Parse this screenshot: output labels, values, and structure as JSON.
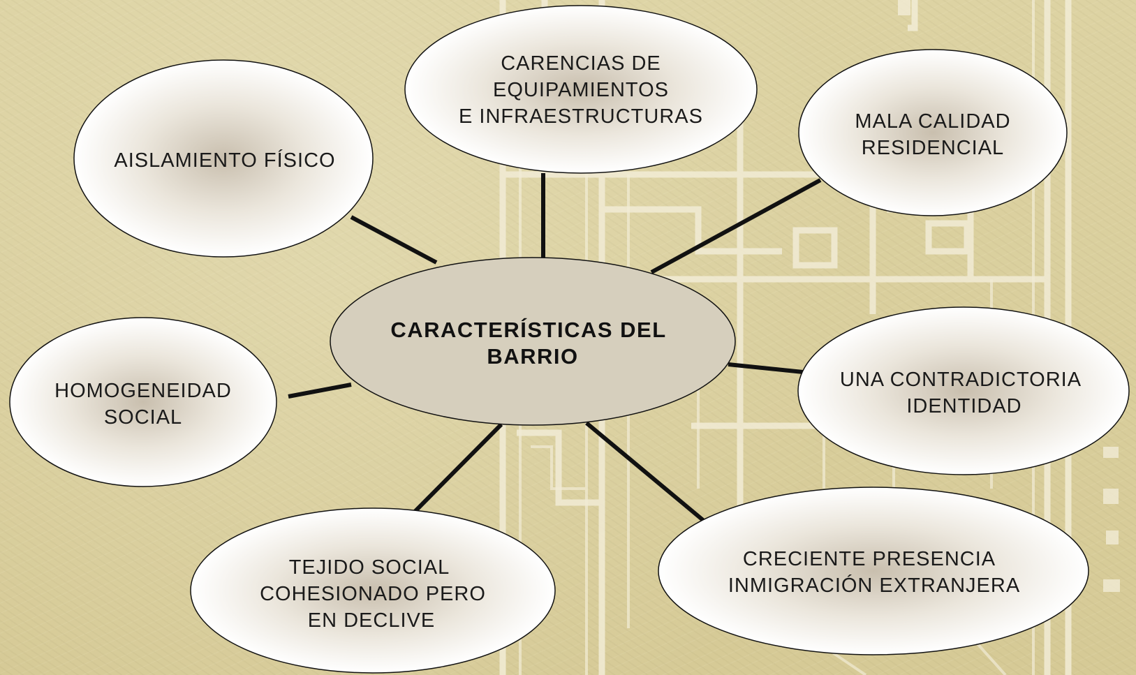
{
  "center": {
    "lines": [
      "CARACTERÍSTICAS DEL",
      "BARRIO"
    ]
  },
  "nodes": [
    {
      "id": "carencias",
      "lines": [
        "CARENCIAS DE",
        "EQUIPAMIENTOS",
        "E INFRAESTRUCTURAS"
      ]
    },
    {
      "id": "mala-calidad",
      "lines": [
        "MALA CALIDAD",
        "RESIDENCIAL"
      ]
    },
    {
      "id": "aislamiento",
      "lines": [
        "AISLAMIENTO FÍSICO"
      ]
    },
    {
      "id": "homogeneidad",
      "lines": [
        "HOMOGENEIDAD",
        "SOCIAL"
      ]
    },
    {
      "id": "identidad",
      "lines": [
        "UNA  CONTRADICTORIA",
        "IDENTIDAD"
      ]
    },
    {
      "id": "tejido",
      "lines": [
        "TEJIDO SOCIAL",
        "COHESIONADO PERO",
        "EN DECLIVE"
      ]
    },
    {
      "id": "inmigracion",
      "lines": [
        "CRECIENTE PRESENCIA",
        "INMIGRACIÓN EXTRANJERA"
      ]
    }
  ],
  "colors": {
    "background": "#d8cc99",
    "center_fill": "#d6cfbd",
    "node_fill": "#ffffff",
    "node_shade": "#c9bfae",
    "connector": "#111111",
    "map_lines": "#f2ecd6"
  }
}
